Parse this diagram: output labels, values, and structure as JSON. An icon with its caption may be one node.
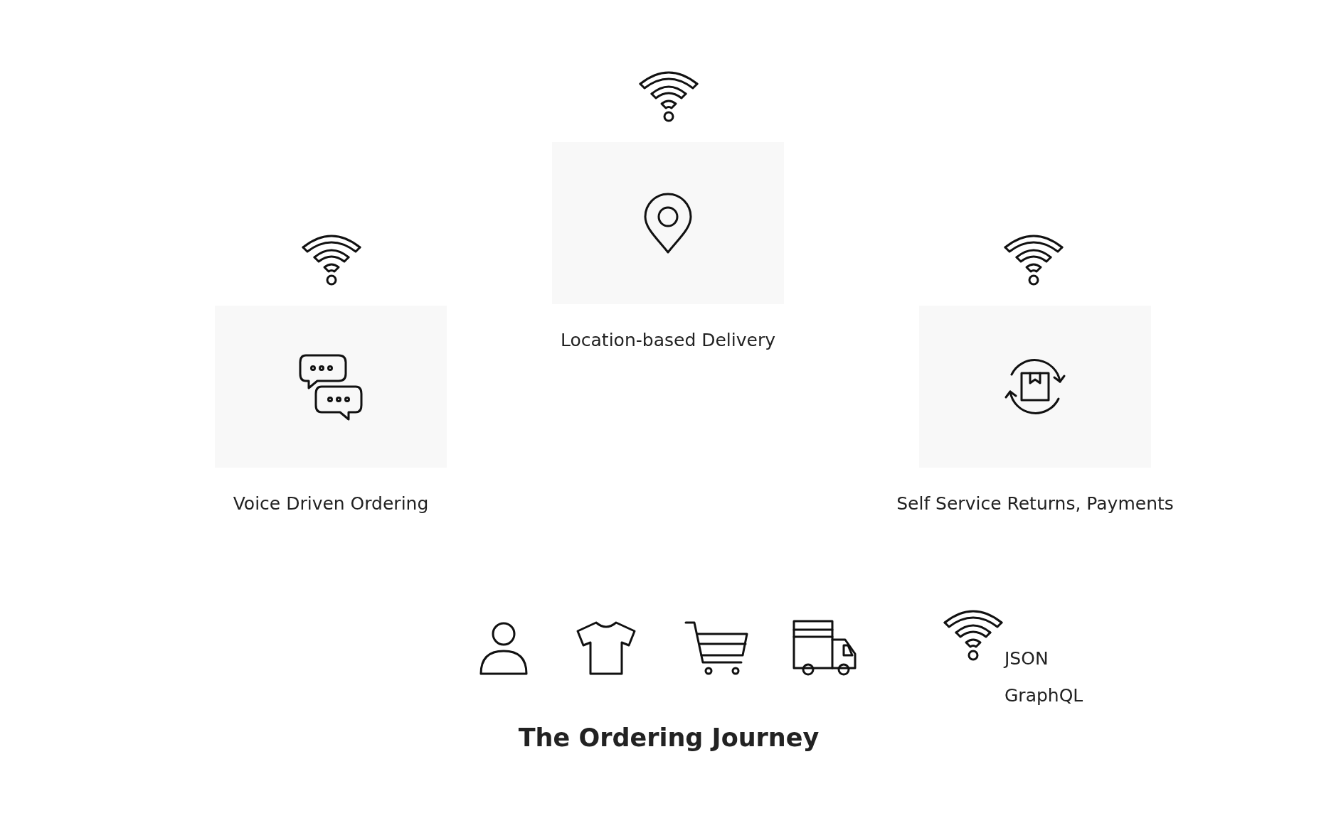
{
  "diagram": {
    "title": "The Ordering Journey",
    "nodes": [
      {
        "text": [
          "Location-based Delivery"
        ]
      },
      {
        "text": [
          "Voice Driven Ordering"
        ]
      },
      {
        "text": [
          "Self Service Returns, Payments"
        ]
      }
    ],
    "labels": [
      "JSON",
      "GraphQL"
    ]
  }
}
